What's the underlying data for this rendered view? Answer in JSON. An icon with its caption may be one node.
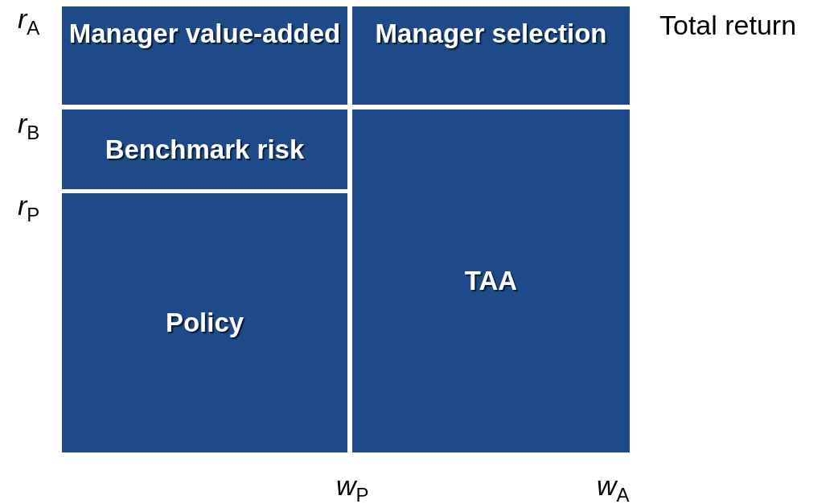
{
  "diagram": {
    "nodes": [
      {
        "text": [
          "Manager value-added"
        ]
      },
      {
        "text": [
          "Manager selection"
        ]
      },
      {
        "text": [
          "Benchmark risk"
        ]
      },
      {
        "text": [
          "Policy"
        ]
      },
      {
        "text": [
          "TAA"
        ]
      }
    ],
    "labels": [
      "*r*$_{A}$",
      "Total return",
      "*r*$_{B}$",
      "*r*$_{P}$",
      "*w*$_{P}$",
      "*w*$_{A}$"
    ]
  }
}
